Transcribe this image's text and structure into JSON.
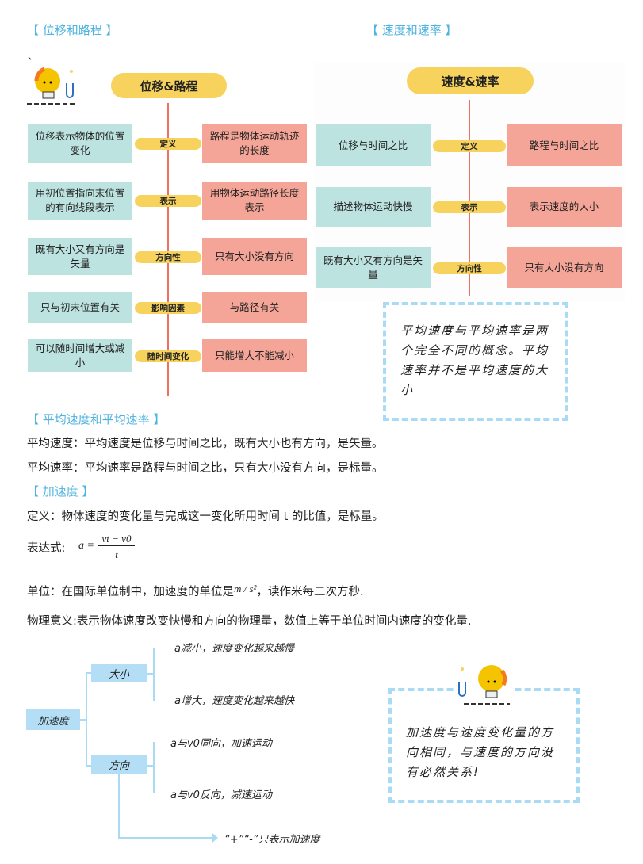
{
  "headers": {
    "displacement": "【 位移和路程 】",
    "speed": "【 速度和速率 】",
    "avg": "【 平均速度和平均速率 】",
    "accel": "【 加速度 】"
  },
  "tick": "、",
  "left_map": {
    "title": "位移&路程",
    "rows": [
      {
        "label": "定义",
        "left": "位移表示物体的位置变化",
        "right": "路程是物体运动轨迹的长度"
      },
      {
        "label": "表示",
        "left": "用初位置指向末位置的有向线段表示",
        "right": "用物体运动路径长度表示"
      },
      {
        "label": "方向性",
        "left": "既有大小又有方向是矢量",
        "right": "只有大小没有方向"
      },
      {
        "label": "影响因素",
        "left": "只与初末位置有关",
        "right": "与路径有关"
      },
      {
        "label": "随时间变化",
        "left": "可以随时间增大或减小",
        "right": "只能增大不能减小"
      }
    ]
  },
  "right_map": {
    "title": "速度&速率",
    "rows": [
      {
        "label": "定义",
        "left": "位移与时间之比",
        "right": "路程与时间之比"
      },
      {
        "label": "表示",
        "left": "描述物体运动快慢",
        "right": "表示速度的大小"
      },
      {
        "label": "方向性",
        "left": "既有大小又有方向是矢量",
        "right": "只有大小没有方向"
      }
    ]
  },
  "note1": "平均速度与平均速率是两个完全不同的概念。平均速率并不是平均速度的大小",
  "lines": {
    "avg_velocity": "平均速度：平均速度是位移与时间之比，既有大小也有方向，是矢量。",
    "avg_speed": "平均速率：平均速率是路程与时间之比，只有大小没有方向，是标量。",
    "definition": "定义：物体速度的变化量与完成这一变化所用时间 t 的比值，是标量。",
    "expr_label": "表达式:",
    "expr_lhs": "a =",
    "expr_num": "vt − v0",
    "expr_den": "t",
    "unit_pre": "单位：在国际单位制中，加速度的单位是",
    "unit": "m / s²",
    "unit_post": "，读作米每二次方秒.",
    "meaning": "物理意义:表示物体速度改变快慢和方向的物理量，数值上等于单位时间内速度的变化量."
  },
  "accel_map": {
    "root": "加速度",
    "size": "大小",
    "direction": "方向",
    "size_dec": "a减小，速度变化越来越慢",
    "size_inc": "a增大，速度变化越来越快",
    "dir_same": "a与v0同向，加速运动",
    "dir_opp": "a与v0反向，减速运动",
    "sign": "“+”“-”只表示加速度"
  },
  "note2": "加速度与速度变化量的方向相同，与速度的方向没有必然关系!"
}
